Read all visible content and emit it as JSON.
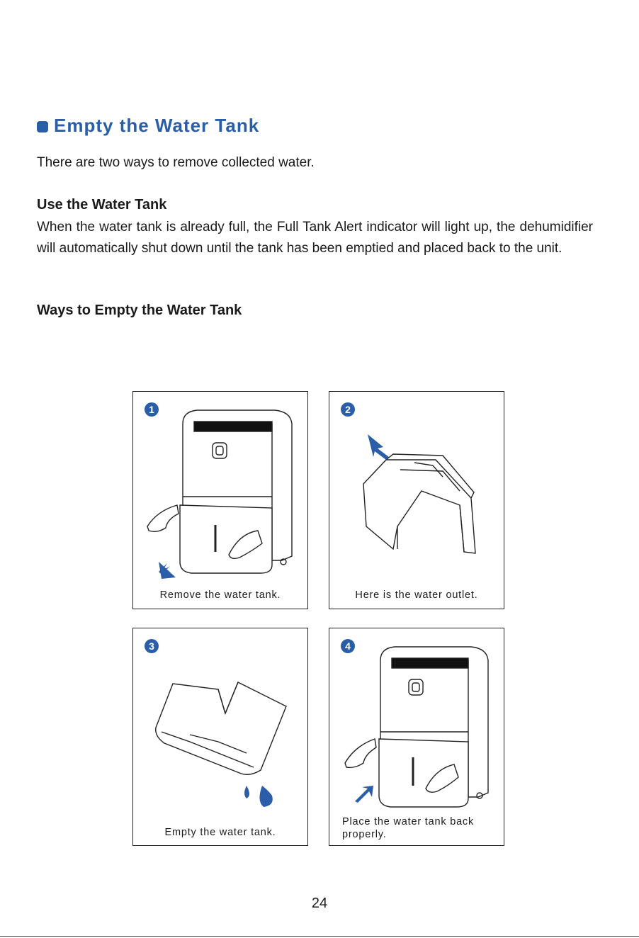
{
  "section": {
    "title": "Empty the Water Tank",
    "intro": "There are two ways to remove collected water."
  },
  "use_tank": {
    "heading": "Use the Water Tank",
    "body": "When the water tank is already full, the Full Tank Alert indicator will light up, the dehumidifier will automatically shut down until the tank has been emptied and placed back to the unit."
  },
  "ways": {
    "heading": "Ways to Empty the Water Tank"
  },
  "steps": [
    {
      "number": "1",
      "caption": "Remove the water tank."
    },
    {
      "number": "2",
      "caption": "Here is the water outlet."
    },
    {
      "number": "3",
      "caption": "Empty the water tank."
    },
    {
      "number": "4",
      "caption": "Place the water tank back properly."
    }
  ],
  "page_number": "24",
  "colors": {
    "accent": "#2a5ea8"
  },
  "icons": [
    "bullet-square-icon",
    "arrow-icon",
    "water-drop-icon",
    "hand-icon"
  ]
}
